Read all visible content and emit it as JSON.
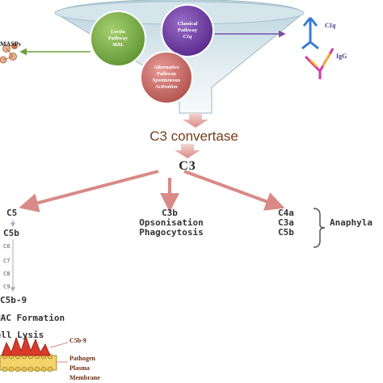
{
  "diagram": {
    "funnel": {
      "lectin": {
        "line1": "Lectin",
        "line2": "Pathway",
        "line3": "MBL"
      },
      "classical": {
        "line1": "Classical",
        "line2": "Pathway",
        "line3": "C1q"
      },
      "alternative": {
        "line1": "Alternative",
        "line2": "Pathway",
        "line3": "Spontaneous",
        "line4": "Activation"
      }
    },
    "masps_label": "MASPs",
    "c1q_label": "C1q",
    "igg_label": "IgG",
    "c3_convertase": "C3 convertase",
    "c3": "C3",
    "left_branch": {
      "c5": "C5",
      "c5b": "C5b",
      "c6": "C6",
      "c7": "C7",
      "c8": "C8",
      "c9": "C9",
      "c5b9": "C5b-9",
      "mac": "MAC Formation",
      "lysis": "Cell Lysis"
    },
    "middle_branch": {
      "c3b": "C3b",
      "opsonisation": "Opsonisation",
      "phagocytosis": "Phagocytosis"
    },
    "right_branch": {
      "c4a": "C4a",
      "c3a": "C3a",
      "c5b": "C5b",
      "anaphylaxis": "Anaphyla"
    },
    "membrane": {
      "c5b9": "C5b-9",
      "pathogen": "Pathogen",
      "plasma": "Plasma",
      "membrane": "Membrane"
    },
    "colors": {
      "funnel_top": "#c7dce4",
      "funnel_bottom": "#eef4f6",
      "lectin_fill": "#7db24a",
      "classical_fill": "#6f3fa0",
      "alternative_fill": "#c96d6a",
      "arrow_pink": "#d98a86",
      "brown_text": "#7a3b16",
      "label_text": "#6a2e12",
      "membrane_red": "#d93a2a",
      "membrane_yellow": "#f3d46a",
      "igg_blue": "#3a7bd5",
      "igg_pink": "#d63aa0",
      "igg_yellow": "#f0c020"
    }
  }
}
